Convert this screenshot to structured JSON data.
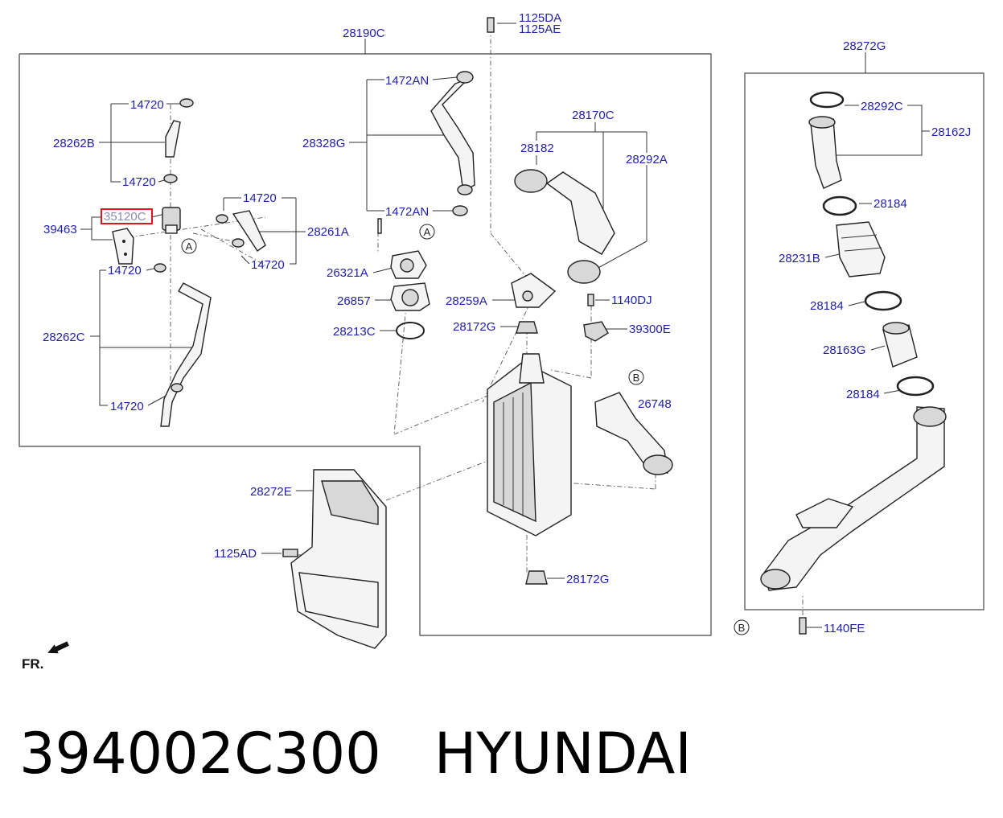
{
  "diagram": {
    "labels": {
      "l28190C": "28190C",
      "l1125DA": "1125DA",
      "l1125AE": "1125AE",
      "l28272G": "28272G",
      "l14720_a": "14720",
      "l28262B": "28262B",
      "l14720_b": "14720",
      "l35120C": "35120C",
      "l39463": "39463",
      "l14720_c": "14720",
      "l28261A": "28261A",
      "l14720_d": "14720",
      "l14720_e": "14720",
      "l28262C": "28262C",
      "l14720_f": "14720",
      "l1472AN_a": "1472AN",
      "l28328G": "28328G",
      "l1472AN_b": "1472AN",
      "l26321A": "26321A",
      "l26857": "26857",
      "l28213C": "28213C",
      "l28170C": "28170C",
      "l28182": "28182",
      "l28292A": "28292A",
      "l28259A": "28259A",
      "l1140DJ": "1140DJ",
      "l28172G_a": "28172G",
      "l39300E": "39300E",
      "l26748": "26748",
      "l28272E": "28272E",
      "l1125AD": "1125AD",
      "l28172G_b": "28172G",
      "l28292C": "28292C",
      "l28162J": "28162J",
      "l28184_a": "28184",
      "l28231B": "28231B",
      "l28184_b": "28184",
      "l28163G": "28163G",
      "l28184_c": "28184",
      "l1140FE": "1140FE"
    },
    "ref_markers": {
      "a1": "A",
      "a2": "A",
      "b1": "B",
      "b2": "B"
    },
    "highlighted_part": "35120C",
    "highlight_color": "#e0141e",
    "label_color": "#1f1fa8",
    "orientation": "FR."
  },
  "caption": {
    "part_number": "394002C300",
    "brand": "HYUNDAI"
  }
}
